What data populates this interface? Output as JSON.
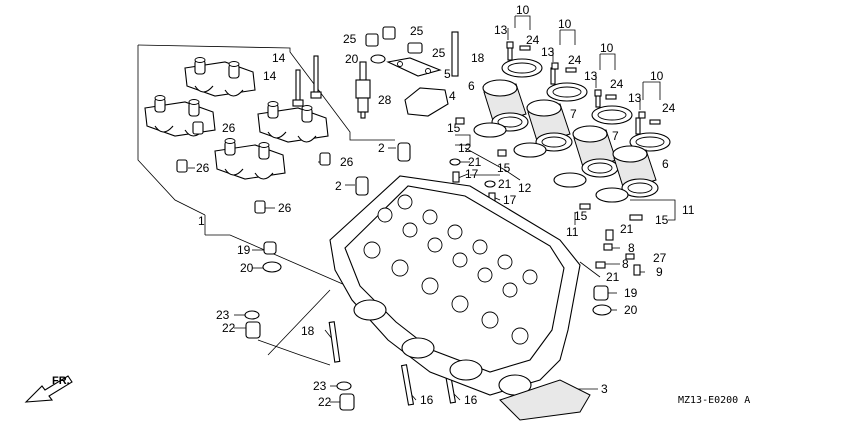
{
  "diagram": {
    "code": "MZ13-E0200 A",
    "direction_label": "FR.",
    "callouts": {
      "c1": "1",
      "c2a": "2",
      "c2b": "2",
      "c3": "3",
      "c4": "4",
      "c5": "5",
      "c6a": "6",
      "c6b": "6",
      "c7a": "7",
      "c7b": "7",
      "c8a": "8",
      "c8b": "8",
      "c9": "9",
      "c10a": "10",
      "c10b": "10",
      "c10c": "10",
      "c10d": "10",
      "c11a": "11",
      "c11b": "11",
      "c12a": "12",
      "c12b": "12",
      "c13a": "13",
      "c13b": "13",
      "c13c": "13",
      "c13d": "13",
      "c14a": "14",
      "c14b": "14",
      "c15a": "15",
      "c15b": "15",
      "c15c": "15",
      "c15d": "15",
      "c16a": "16",
      "c16b": "16",
      "c17a": "17",
      "c17b": "17",
      "c18a": "18",
      "c18b": "18",
      "c19a": "19",
      "c19b": "19",
      "c20a": "20",
      "c20b": "20",
      "c20c": "20",
      "c21a": "21",
      "c21b": "21",
      "c21c": "21",
      "c21d": "21",
      "c22a": "22",
      "c22b": "22",
      "c23a": "23",
      "c23b": "23",
      "c24a": "24",
      "c24b": "24",
      "c24c": "24",
      "c24d": "24",
      "c25a": "25",
      "c25b": "25",
      "c25c": "25",
      "c26a": "26",
      "c26b": "26",
      "c26c": "26",
      "c26d": "26",
      "c27": "27",
      "c28": "28"
    }
  }
}
